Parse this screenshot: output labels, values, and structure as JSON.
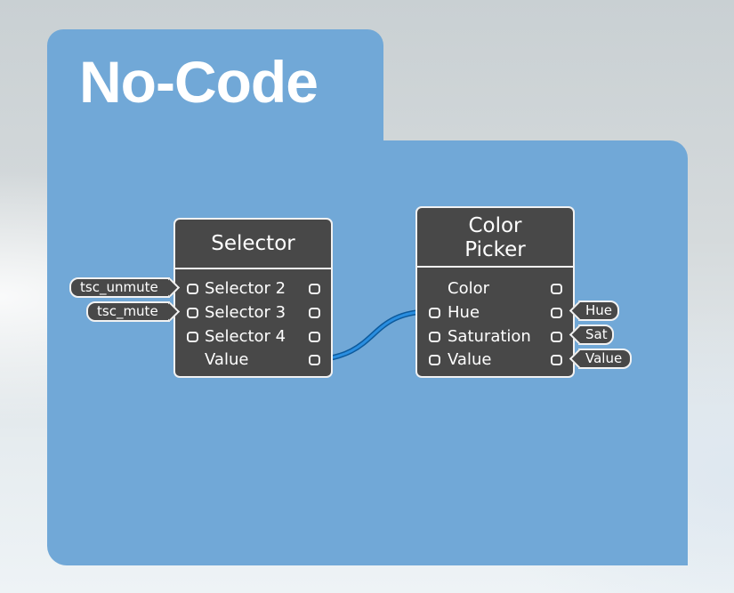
{
  "title": "No-Code",
  "colors": {
    "folder": "#71a8d7",
    "node_bg": "#484848",
    "node_border": "#f2f2f2",
    "wire": "#1a78c8"
  },
  "selector_node": {
    "title": "Selector",
    "rows": [
      {
        "label": "Selector 2",
        "input_port": true,
        "output_port": true,
        "input_tag": "tsc_unmute"
      },
      {
        "label": "Selector 3",
        "input_port": true,
        "output_port": true,
        "input_tag": "tsc_mute"
      },
      {
        "label": "Selector 4",
        "input_port": true,
        "output_port": true
      },
      {
        "label": "Value",
        "input_port": false,
        "output_port": true
      }
    ]
  },
  "color_picker_node": {
    "title_line1": "Color",
    "title_line2": "Picker",
    "rows": [
      {
        "label": "Color",
        "input_port": false,
        "output_port": true
      },
      {
        "label": "Hue",
        "input_port": true,
        "output_port": true,
        "output_tag": "Hue"
      },
      {
        "label": "Saturation",
        "input_port": true,
        "output_port": true,
        "output_tag": "Sat"
      },
      {
        "label": "Value",
        "input_port": true,
        "output_port": true,
        "output_tag": "Value"
      }
    ]
  },
  "connections": [
    {
      "from": "Selector.Value",
      "to": "Color Picker.Hue"
    }
  ]
}
